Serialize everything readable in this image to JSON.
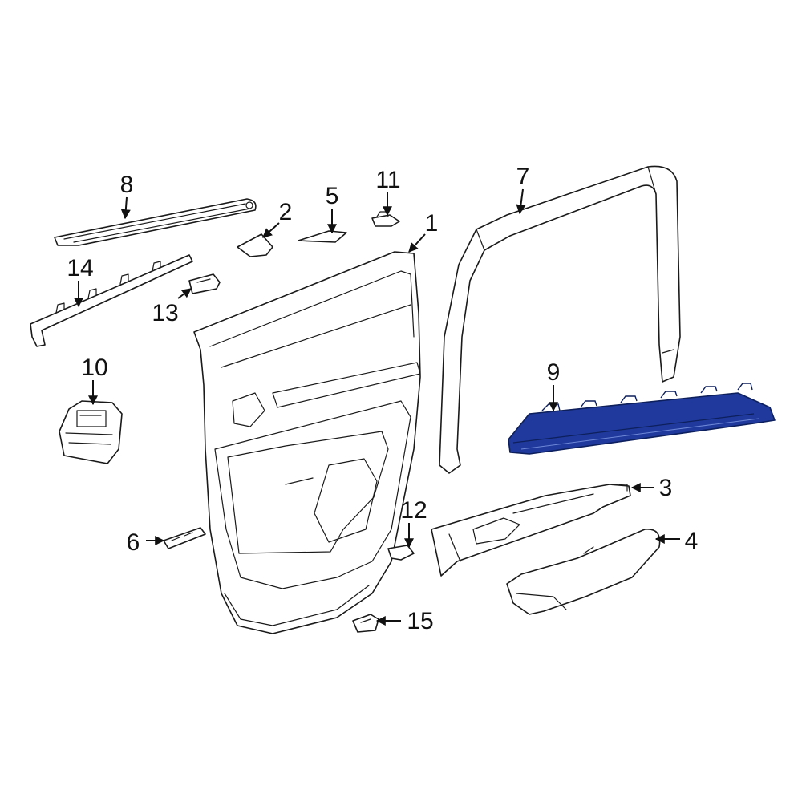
{
  "diagram": {
    "highlight_color": "#1f3a9c",
    "line_color": "#1a1a1a",
    "callouts": {
      "c1": "1",
      "c2": "2",
      "c3": "3",
      "c4": "4",
      "c5": "5",
      "c6": "6",
      "c7": "7",
      "c8": "8",
      "c9": "9",
      "c10": "10",
      "c11": "11",
      "c12": "12",
      "c13": "13",
      "c14": "14",
      "c15": "15"
    }
  }
}
